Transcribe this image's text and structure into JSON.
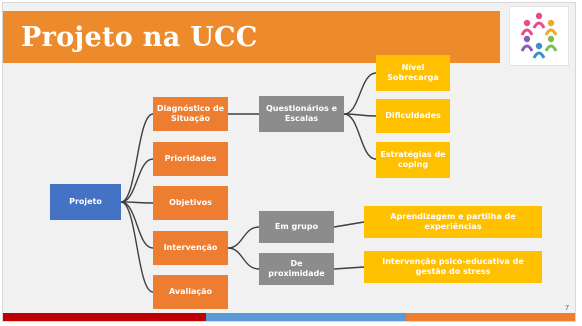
{
  "slide": {
    "title": "Projeto na UCC",
    "page_number": "7"
  },
  "nodes": {
    "projeto": "Projeto",
    "diagnostico": "Diagnóstico de Situação",
    "prioridades": "Prioridades",
    "objetivos": "Objetivos",
    "intervencao": "Intervenção",
    "avaliacao": "Avaliação",
    "questionarios": "Questionários e Escalas",
    "nivel": "Nível Sobrecarga",
    "dificuldades": "Dificuldades",
    "estrategias": "Estratégias de coping",
    "em_grupo": "Em grupo",
    "de_proximidade": "De proximidade",
    "aprendizagem": "Aprendizagem e partilha de experiências",
    "intervencao_psico": "Intervenção psico-educativa de gestão do stress"
  },
  "colors": {
    "title_band": "#ec8a2c",
    "root": "#4472c4",
    "level1": "#ed7d31",
    "level2": "#8c8c8c",
    "level3": "#ffc000",
    "connector": "#3f3f3f"
  },
  "logo": {
    "icon": "people-circle-logo",
    "figure_colors": [
      "#e84b8a",
      "#f2a62a",
      "#7cbf4a",
      "#3a8fd4",
      "#8a5bb8",
      "#e84b8a"
    ]
  }
}
